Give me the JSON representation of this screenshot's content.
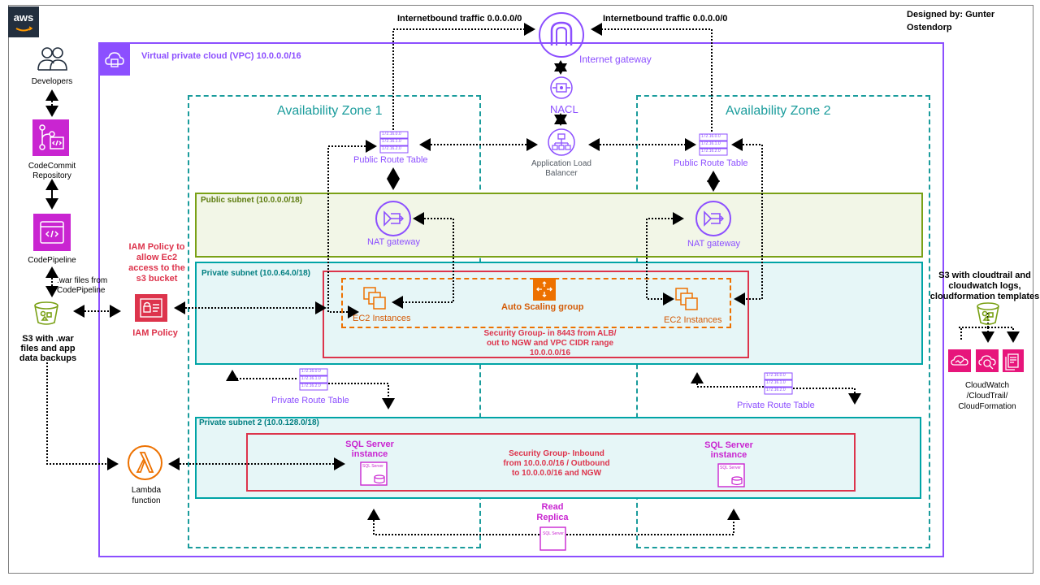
{
  "aws_logo": "aws",
  "designer": "Designed by: Gunter\nOstendorp",
  "vpc_label": "Virtual private cloud (VPC) 10.0.0.0/16",
  "az1_label": "Availability Zone 1",
  "az2_label": "Availability Zone 2",
  "internet_left_label": "Internetbound traffic 0.0.0.0/0",
  "internet_right_label": "Internetbound traffic 0.0.0.0/0",
  "internet_gateway_label": "Internet gateway",
  "nacl_label": "NACL",
  "alb_label": "Application Load\nBalancer",
  "public_rt1_label": "Public Route Table",
  "public_rt2_label": "Public Route Table",
  "public_subnet_label": "Public subnet (10.0.0.0/18)",
  "nat1_label": "NAT gateway",
  "nat2_label": "NAT gateway",
  "private_subnet_label": "Private subnet (10.0.64.0/18)",
  "ec2_1_label": "EC2 Instances",
  "ec2_2_label": "EC2 Instances",
  "asg_label": "Auto Scaling group",
  "sg1_label": "Security Group- in 8443 from ALB/\nout to NGW and VPC CIDR range\n10.0.0.0/16",
  "private_rt1_label": "Private Route Table",
  "private_rt2_label": "Private Route Table",
  "private_subnet2_label": "Private subnet 2 (10.0.128.0/18)",
  "sql1_label": "SQL Server\ninstance",
  "sql2_label": "SQL Server\ninstance",
  "sg2_label": "Security Group- Inbound\nfrom 10.0.0.0/16 / Outbound\nto 10.0.0.0/16 and NGW",
  "read_replica_label": "Read\nReplica",
  "sql_badge": "SQL Server",
  "route_rows": [
    "172.16.0.0",
    "172.16.1.0",
    "172.16.2.0"
  ],
  "developers_label": "Developers",
  "codecommit_label": "CodeCommit\nRepository",
  "codepipeline_label": "CodePipeline",
  "war_files_label": ".war files from\nCodePipeline",
  "s3_left_label": "S3 with .war\nfiles and app\ndata backups",
  "iam_policy_desc": "IAM Policy to\nallow Ec2\naccess to the\ns3 bucket",
  "iam_policy_label": "IAM Policy",
  "lambda_label": "Lambda\nfunction",
  "s3_right_label": "S3 with cloudtrail and\ncloudwatch logs,\ncloudformation templates",
  "monitoring_label": "CloudWatch\n/CloudTrail/\nCloudFormation",
  "colors": {
    "vpc": "#8c4fff",
    "az": "#1a9c9c",
    "public_subnet": "#7aa116",
    "private_subnet": "#00a4a6",
    "security_group": "#dd344c",
    "asg": "#ed7100",
    "network_icon": "#8c4fff",
    "devtools": "#c925d1",
    "storage": "#7aa116",
    "compute": "#ed7100",
    "security": "#dd344c",
    "management": "#e7157b"
  }
}
